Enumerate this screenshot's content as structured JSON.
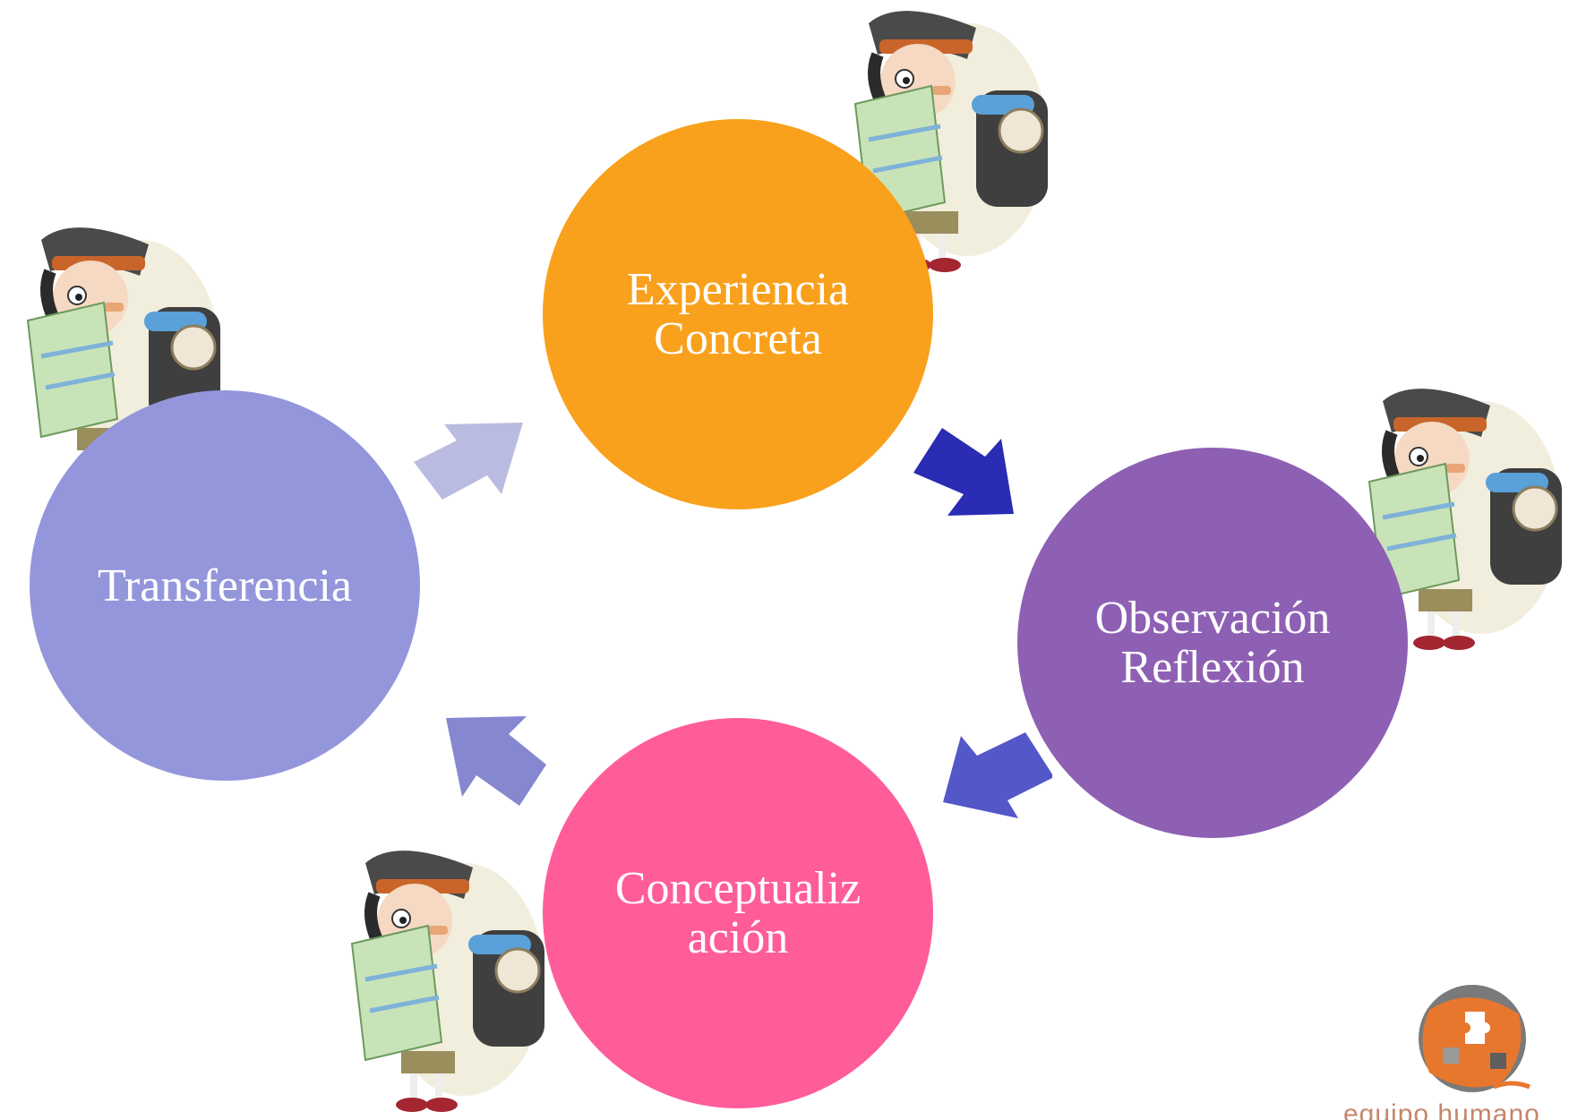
{
  "diagram": {
    "nodes": [
      {
        "id": "experiencia",
        "lines": [
          "Experiencia",
          "Concreta"
        ],
        "color": "#F9A11C"
      },
      {
        "id": "observacion",
        "lines": [
          "Observación",
          "Reflexión"
        ],
        "color": "#8E60B4"
      },
      {
        "id": "conceptualizacion",
        "lines": [
          "Conceptualiz",
          "ación"
        ],
        "color": "#FF5C9A"
      },
      {
        "id": "transferencia",
        "lines": [
          "Transferencia"
        ],
        "color": "#9496DC"
      }
    ],
    "arrows": [
      {
        "from": "transferencia",
        "to": "experiencia",
        "color": "#BABBE0"
      },
      {
        "from": "experiencia",
        "to": "observacion",
        "color": "#2A2CB4"
      },
      {
        "from": "observacion",
        "to": "conceptualizacion",
        "color": "#5457C8"
      },
      {
        "from": "conceptualizacion",
        "to": "transferencia",
        "color": "#8587D0"
      }
    ]
  },
  "icons": {
    "hiker": "hiker-with-map-icon",
    "logo": "puzzle-globe-logo"
  },
  "logo": {
    "text": "equipo humano"
  }
}
